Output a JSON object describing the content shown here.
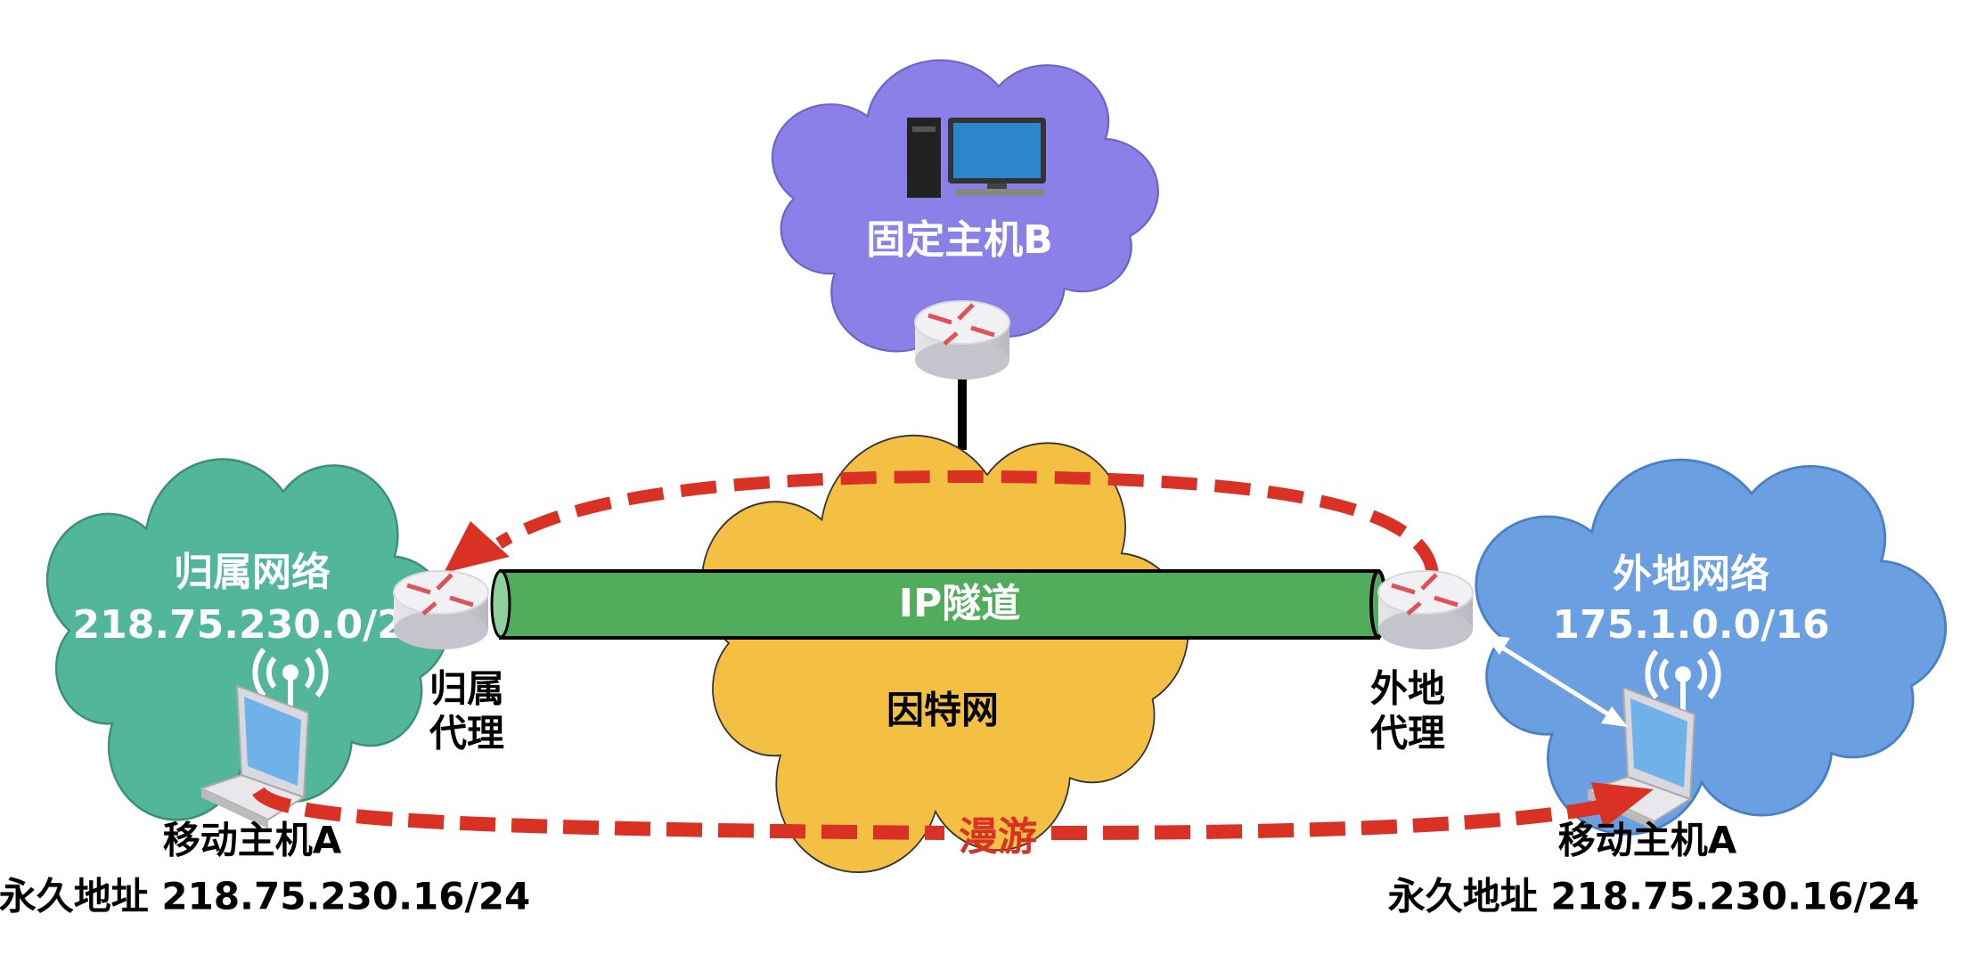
{
  "fixed_host": {
    "label": "固定主机B",
    "icon": "desktop-computer-icon"
  },
  "internet": {
    "label": "因特网"
  },
  "tunnel": {
    "label": "IP隧道"
  },
  "home_network": {
    "name": "归属网络",
    "subnet": "218.75.230.0/24"
  },
  "foreign_network": {
    "name": "外地网络",
    "subnet": "175.1.0.0/16"
  },
  "home_agent": {
    "line1": "归属",
    "line2": "代理"
  },
  "foreign_agent": {
    "line1": "外地",
    "line2": "代理"
  },
  "mobile_host_home": {
    "name": "移动主机A",
    "address": "永久地址 218.75.230.16/24"
  },
  "mobile_host_foreign": {
    "name": "移动主机A",
    "address": "永久地址 218.75.230.16/24"
  },
  "roaming": {
    "label": "漫游"
  },
  "colors": {
    "purple": "#8a80e8",
    "yellow": "#f3c043",
    "green_cloud": "#52b79a",
    "blue_cloud": "#6a9fe1",
    "tunnel": "#51ad5c",
    "red": "#d93124"
  }
}
